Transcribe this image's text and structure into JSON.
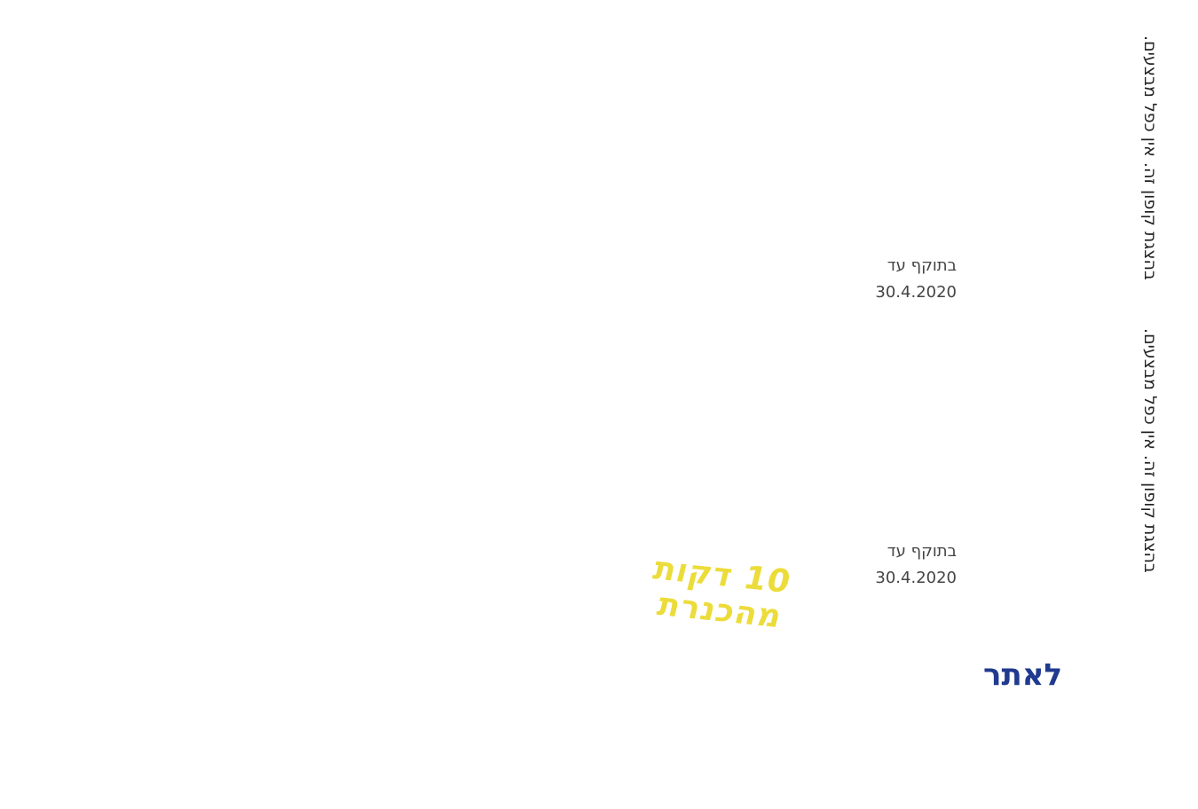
{
  "coupon_note": {
    "text_top": "בהצגת קופון זה. אין כפל מבצעים.",
    "text_bottom": "בהצגת קופון זה. אין כפל מבצעים."
  },
  "validity": [
    {
      "label": "בתוקף עד",
      "date": "30.4.2020"
    },
    {
      "label": "בתוקף עד",
      "date": "30.4.2020"
    }
  ],
  "promo": {
    "line1": "10 דקות",
    "line2": "מהכנרת",
    "color": "#ecdc3a"
  },
  "site_link": {
    "label": "לאתר",
    "color": "#1f3a8f"
  }
}
